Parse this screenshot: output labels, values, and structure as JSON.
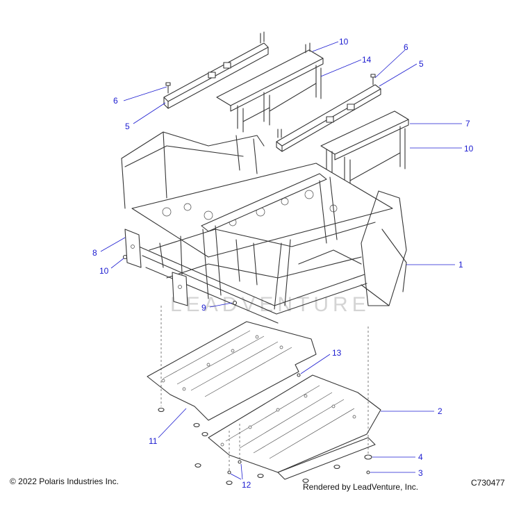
{
  "footer": {
    "copyright": "© 2022 Polaris Industries Inc.",
    "rendered_by": "Rendered by LeadVenture, Inc.",
    "diagram_code": "C730477"
  },
  "watermark": "LEADVENTURE",
  "callouts": [
    {
      "id": "c-10-top",
      "label": "10"
    },
    {
      "id": "c-14",
      "label": "14"
    },
    {
      "id": "c-6-right",
      "label": "6"
    },
    {
      "id": "c-5-right",
      "label": "5"
    },
    {
      "id": "c-6-left",
      "label": "6"
    },
    {
      "id": "c-5-left",
      "label": "5"
    },
    {
      "id": "c-7",
      "label": "7"
    },
    {
      "id": "c-10-right",
      "label": "10"
    },
    {
      "id": "c-1",
      "label": "1"
    },
    {
      "id": "c-8",
      "label": "8"
    },
    {
      "id": "c-10-left",
      "label": "10"
    },
    {
      "id": "c-9",
      "label": "9"
    },
    {
      "id": "c-13",
      "label": "13"
    },
    {
      "id": "c-2",
      "label": "2"
    },
    {
      "id": "c-11",
      "label": "11"
    },
    {
      "id": "c-4",
      "label": "4"
    },
    {
      "id": "c-3",
      "label": "3"
    },
    {
      "id": "c-12",
      "label": "12"
    }
  ]
}
